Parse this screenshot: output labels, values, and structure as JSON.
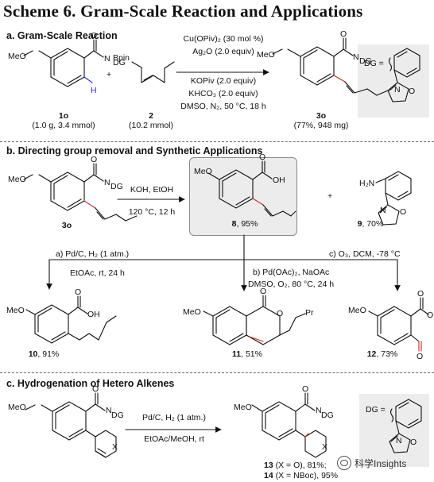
{
  "title": "Scheme 6. Gram-Scale Reaction and Applications",
  "section_a": {
    "heading": "a. Gram-Scale Reaction",
    "sm1_label": "1o",
    "sm1_amount": "(1.0 g, 3.4 mmol)",
    "plus": "+",
    "sm2_label": "2",
    "sm2_amount": "(10.2 mmol)",
    "cond1": "Cu(OPiv)₂ (30 mol %)",
    "cond2": "Ag₂O (2.0 equiv)",
    "cond3": "KOPiv (2.0 equiv)",
    "cond4": "KHCO₃ (2.0 equiv)",
    "cond5": "DMSO, N₂, 50 °C, 18 h",
    "prod_label": "3o",
    "prod_yield": "(77%, 948 mg)",
    "dg_eq": "DG ="
  },
  "section_b": {
    "heading": "b. Directing group removal and Synthetic Applications",
    "sm_label": "3o",
    "cond_top": "KOH, EtOH",
    "cond_bottom": "120 °C, 12 h",
    "p8_label": "8",
    "p8_yield": ", 95%",
    "plus": "+",
    "p9_label": "9",
    "p9_yield": ", 70%",
    "branch_a1": "a) Pd/C, H₂ (1 atm.)",
    "branch_a2": "EtOAc, rt, 24 h",
    "branch_b1": "b) Pd(OAc)₂, NaOAc",
    "branch_b2": "DMSO, O₂, 80 °C, 24 h",
    "branch_c1": "c) O₃, DCM, -78 °C",
    "p10_label": "10",
    "p10_yield": ", 91%",
    "p11_label": "11",
    "p11_yield": ", 51%",
    "p12_label": "12",
    "p12_yield": ", 73%"
  },
  "section_c": {
    "heading": "c. Hydrogenation of Hetero Alkenes",
    "cond_top": "Pd/C, H₂ (1 atm.)",
    "cond_bottom": "EtOAc/MeOH, rt",
    "p13_label": "13",
    "p13_text": " (X = O), 81%;",
    "p14_label": "14",
    "p14_text": " (X = NBoc), 95%",
    "dg_eq": "DG ="
  },
  "atoms": {
    "meo": "MeO",
    "o": "O",
    "n": "N",
    "h": "H",
    "dg": "DG",
    "oh": "OH",
    "bpin": "Bpin",
    "h2n": "H₂N",
    "x": "X",
    "pr": "Pr"
  },
  "watermark": "科学Insights",
  "colors": {
    "highlight_h": "#1a33e6",
    "new_bond": "#e02020",
    "box_fill": "#ececec",
    "box_border": "#8a8a8a"
  }
}
